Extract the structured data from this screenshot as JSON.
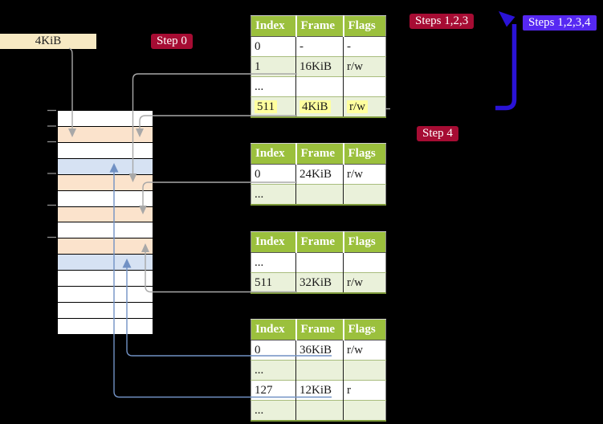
{
  "colors": {
    "bg": "#000000",
    "red-badge": "#a60c33",
    "blue-badge": "#5628f2",
    "blue-arrow": "#2a13d6",
    "gray-line": "#a8a8a8",
    "blue-line": "#7191c4",
    "header-green": "#9bc03d",
    "row-green": "#eaf1da",
    "frame-orange": "#fbe3cc",
    "frame-blue": "#d6e2f3",
    "cream": "#f7e9c3",
    "yellow-highlight": "#ffff9e"
  },
  "labels": {
    "page_size": "4KiB",
    "step0": "Step 0",
    "steps123": "Steps 1,2,3",
    "steps1234": "Steps 1,2,3,4",
    "step4": "Step 4"
  },
  "tables": {
    "headers": [
      "Index",
      "Frame",
      "Flags"
    ],
    "level1": {
      "rows": [
        [
          "0",
          "-",
          "-"
        ],
        [
          "1",
          "16KiB",
          "r/w"
        ],
        [
          "...",
          "",
          ""
        ],
        [
          "511",
          "4KiB",
          "r/w"
        ]
      ]
    },
    "level2": {
      "rows": [
        [
          "0",
          "24KiB",
          "r/w"
        ],
        [
          "...",
          "",
          ""
        ]
      ]
    },
    "level3": {
      "rows": [
        [
          "...",
          "",
          ""
        ],
        [
          "511",
          "32KiB",
          "r/w"
        ]
      ]
    },
    "level4": {
      "rows": [
        [
          "0",
          "36KiB",
          "r/w"
        ],
        [
          "...",
          "",
          ""
        ],
        [
          "127",
          "12KiB",
          "r"
        ],
        [
          "...",
          "",
          ""
        ]
      ]
    }
  },
  "memory_strip": {
    "rows": [
      "white",
      "orange",
      "white",
      "blue",
      "orange",
      "white",
      "orange",
      "white",
      "orange",
      "blue",
      "white",
      "white",
      "white",
      "white"
    ]
  }
}
